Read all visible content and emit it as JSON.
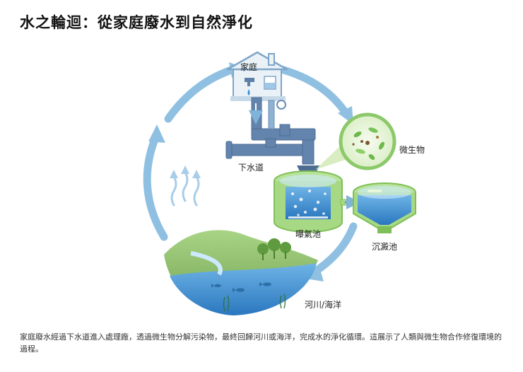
{
  "title": "水之輪迴：從家庭廢水到自然淨化",
  "labels": {
    "home": "家庭",
    "sewer": "下水道",
    "microbes": "微生物",
    "aeration": "曝氣池",
    "sedimentation": "沉澱池",
    "river": "河川/海洋"
  },
  "caption": "家庭廢水經過下水道進入處理廠，透過微生物分解污染物，最終回歸河川或海洋，完成水的淨化循環。這展示了人類與微生物合作修復環境的過程。",
  "colors": {
    "arrow": "#7fb3d8",
    "pipe": "#5d7fa8",
    "tank_green": "#9ed37a",
    "water_blue": "#3a8fd0",
    "hill": "#8dbf6a"
  },
  "icons": [
    "house-icon",
    "faucet-icon",
    "pipe-icon",
    "aeration-tank-icon",
    "sedimentation-tank-icon",
    "microbe-lens-icon",
    "river-icon",
    "evaporation-arrows-icon"
  ]
}
